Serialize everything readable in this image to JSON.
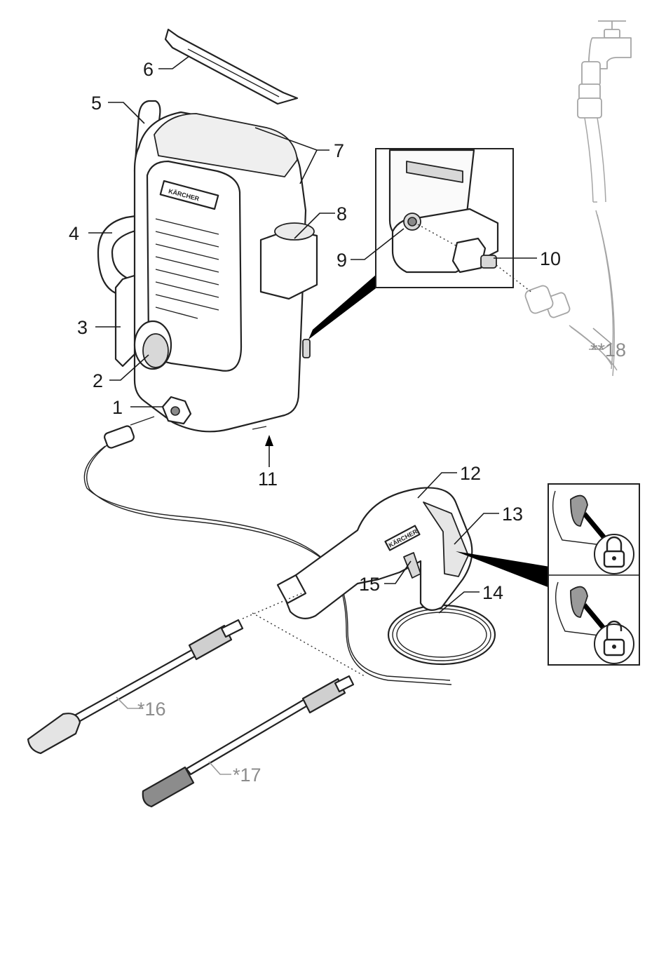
{
  "callouts": [
    {
      "id": "c1",
      "text": "1"
    },
    {
      "id": "c2",
      "text": "2"
    },
    {
      "id": "c3",
      "text": "3"
    },
    {
      "id": "c4",
      "text": "4"
    },
    {
      "id": "c5",
      "text": "5"
    },
    {
      "id": "c6",
      "text": "6"
    },
    {
      "id": "c7",
      "text": "7"
    },
    {
      "id": "c8",
      "text": "8"
    },
    {
      "id": "c9",
      "text": "9"
    },
    {
      "id": "c10",
      "text": "10"
    },
    {
      "id": "c11",
      "text": "11"
    },
    {
      "id": "c12",
      "text": "12"
    },
    {
      "id": "c13",
      "text": "13"
    },
    {
      "id": "c14",
      "text": "14"
    },
    {
      "id": "c15",
      "text": "15"
    },
    {
      "id": "c16",
      "text": "*16"
    },
    {
      "id": "c17",
      "text": "*17"
    },
    {
      "id": "c18",
      "text": "**18"
    }
  ],
  "brand_plate": "KÄRCHER",
  "colors": {
    "line": "#1a1a1a",
    "optional_parts": "#a5a5a5",
    "body_fill": "#ffffff",
    "shade_fill": "#d8d8d8",
    "leader_cone": "#000000"
  },
  "icons": [
    "lock-closed-icon",
    "lock-open-icon"
  ]
}
